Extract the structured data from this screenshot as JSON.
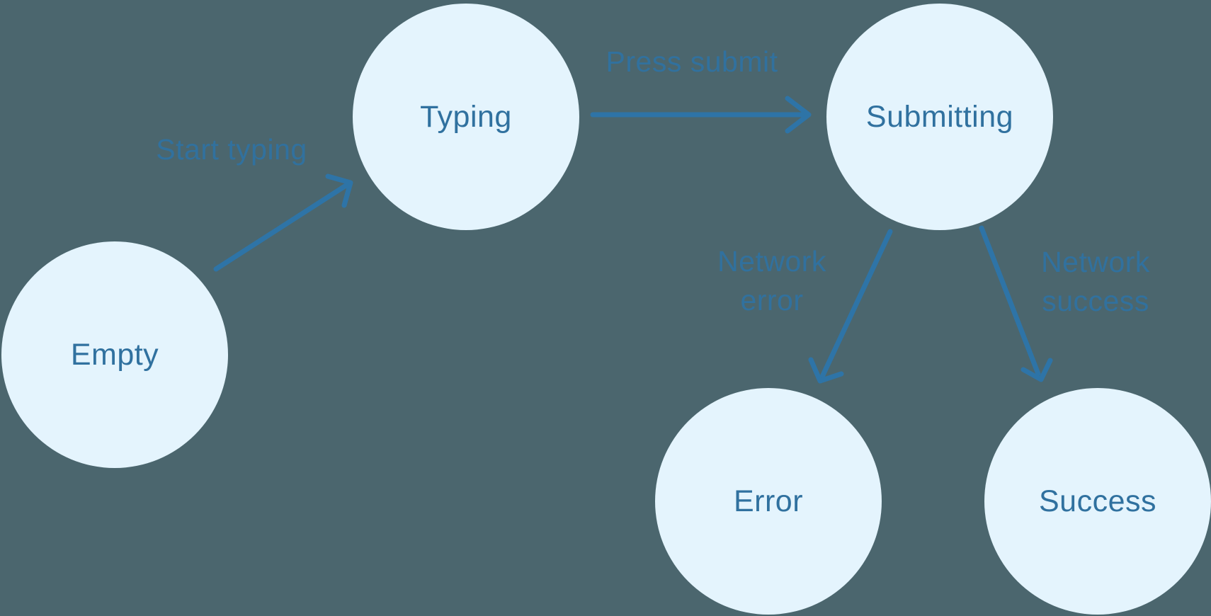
{
  "diagram": {
    "type": "state-machine",
    "states": [
      {
        "id": "empty",
        "label": "Empty"
      },
      {
        "id": "typing",
        "label": "Typing"
      },
      {
        "id": "submitting",
        "label": "Submitting"
      },
      {
        "id": "error",
        "label": "Error"
      },
      {
        "id": "success",
        "label": "Success"
      }
    ],
    "transitions": [
      {
        "from": "empty",
        "to": "typing",
        "label": "Start typing"
      },
      {
        "from": "typing",
        "to": "submitting",
        "label": "Press submit"
      },
      {
        "from": "submitting",
        "to": "error",
        "label": "Network error"
      },
      {
        "from": "submitting",
        "to": "success",
        "label": "Network success"
      }
    ],
    "colors": {
      "background": "#4b666e",
      "state_fill": "#e4f4fd",
      "state_text": "#30719f",
      "transition_text": "#31719e",
      "arrow": "#2e74a7"
    }
  }
}
